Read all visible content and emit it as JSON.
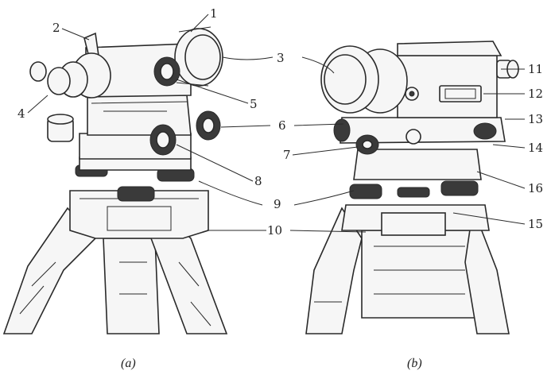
{
  "figure": {
    "panels": [
      {
        "caption": "(a)"
      },
      {
        "caption": "(b)"
      }
    ],
    "labels": {
      "l1": "1",
      "l2": "2",
      "l3": "3",
      "l4": "4",
      "l5": "5",
      "l6": "6",
      "l7": "7",
      "l8": "8",
      "l9": "9",
      "l10": "10",
      "l11": "11",
      "l12": "12",
      "l13": "13",
      "l14": "14",
      "l15": "15",
      "l16": "16"
    }
  }
}
